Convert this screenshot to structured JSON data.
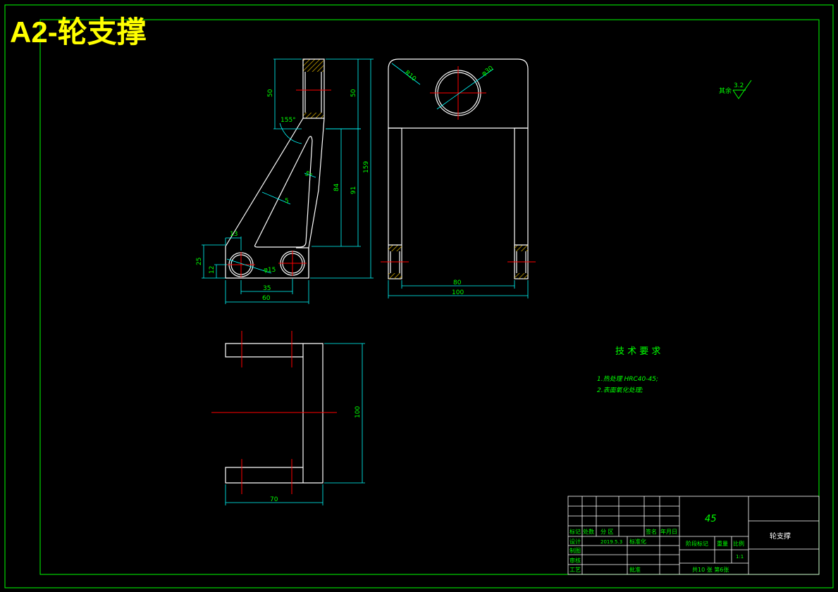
{
  "title": "A2-轮支撑",
  "colors": {
    "background": "#000000",
    "outline": "#ffffff",
    "dimension": "#00ffff",
    "text": "#00ff00",
    "centerline": "#ff0000",
    "hatch": "#c8a000",
    "frame": "#00ff00",
    "title_text": "#ffff00"
  },
  "side_view": {
    "dim_top_hub_left": "50",
    "dim_top_hub_right": "50",
    "dim_angle": "155°",
    "dim_rib_angle": "5°",
    "dim_rib_thickness": "5",
    "dim_rib_height": "84",
    "dim_height_91": "91",
    "dim_total_height": "159",
    "dim_13": "13",
    "dim_25": "25",
    "dim_12": "12",
    "dim_hole": "φ15",
    "dim_35": "35",
    "dim_60": "60"
  },
  "front_view": {
    "dim_radius": "R10",
    "dim_bore": "φ30",
    "dim_inner_width": "80",
    "dim_outer_width": "100"
  },
  "top_view": {
    "dim_height": "100",
    "dim_width": "70"
  },
  "roughness": {
    "label": "其余",
    "value": "3.2"
  },
  "tech_requirements": {
    "heading": "技 术 要 求",
    "items": [
      "1.热处理 HRC40-45;",
      "2.表面氧化处理;"
    ]
  },
  "title_block": {
    "material": "45",
    "part_name": "轮支撑",
    "h_mark": "标记",
    "h_count": "处数",
    "h_zone": "分 区",
    "h_sign": "签名",
    "h_date": "年月日",
    "r_design": "设计",
    "design_date": "2019.5.3",
    "r_standard": "标准化",
    "r_draw": "制图",
    "r_check": "审核",
    "r_process": "工艺",
    "r_approve": "批准",
    "h_stage": "阶段标记",
    "h_weight": "重量",
    "h_scale": "比例",
    "scale": "1:1",
    "sheets": "共10 张  第6张"
  }
}
